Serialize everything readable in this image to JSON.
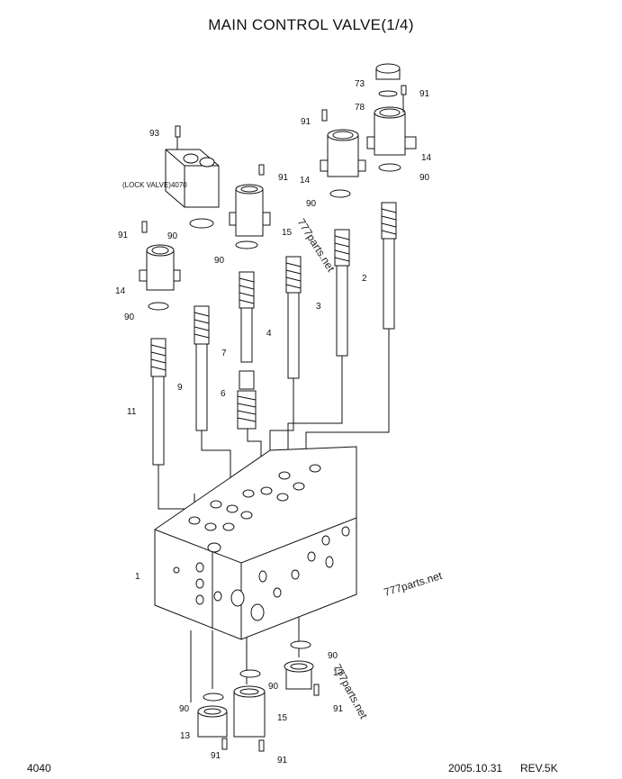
{
  "title": "MAIN CONTROL VALVE(1/4)",
  "footer": {
    "page": "4040",
    "date": "2005.10.31",
    "revision": "REV.5K"
  },
  "watermark": "777parts.net",
  "callouts": {
    "c73": "73",
    "c91a": "91",
    "c78": "78",
    "c14a": "14",
    "c90a": "90",
    "c93": "93",
    "c91b": "91",
    "c14b": "14",
    "c91c": "91",
    "c90b": "90",
    "lock_valve": "(LOCK VALVE)4070",
    "c15a": "15",
    "c90c": "90",
    "c91d": "91",
    "c90d": "90",
    "c14c": "14",
    "c90e": "90",
    "c2": "2",
    "c3": "3",
    "c4": "4",
    "c7": "7",
    "c6": "6",
    "c9": "9",
    "c11": "11",
    "c1": "1",
    "c90f": "90",
    "c13a": "13",
    "c91e": "91",
    "c90g": "90",
    "c15b": "15",
    "c90h": "90",
    "c13b": "13",
    "c91f": "91",
    "c91g": "91"
  }
}
